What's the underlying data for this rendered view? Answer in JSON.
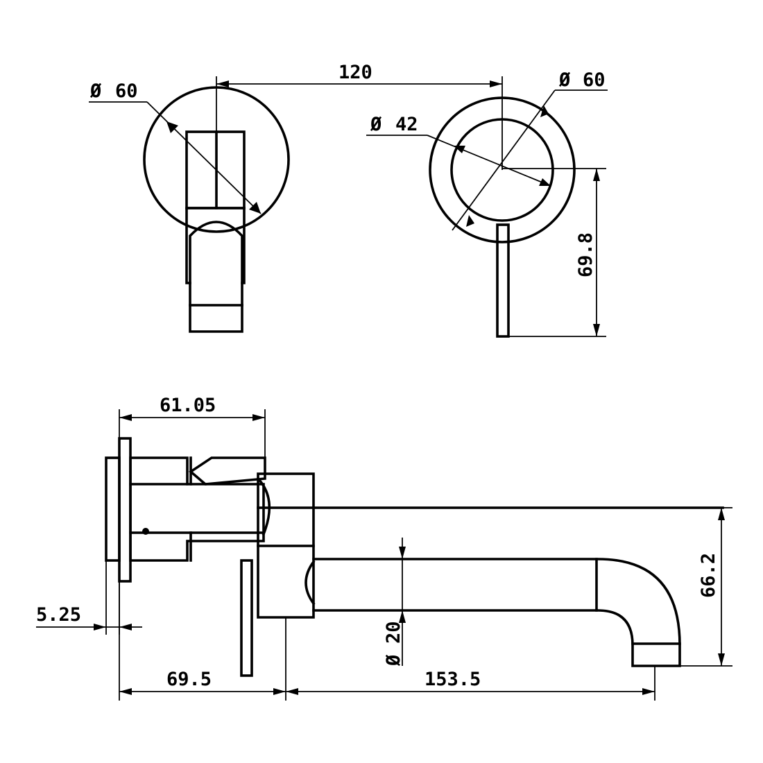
{
  "dimensions": {
    "diameter_symbol": "Ø",
    "left_view_diameter": "60",
    "spout_spacing": "120",
    "right_view_outer_diameter": "60",
    "right_view_inner_diameter": "42",
    "lever_height": "69.8",
    "body_depth": "61.05",
    "plate_thickness": "5.25",
    "wall_to_outlet": "69.5",
    "spout_projection": "153.5",
    "spout_height": "66.2",
    "spout_diameter": "20"
  }
}
